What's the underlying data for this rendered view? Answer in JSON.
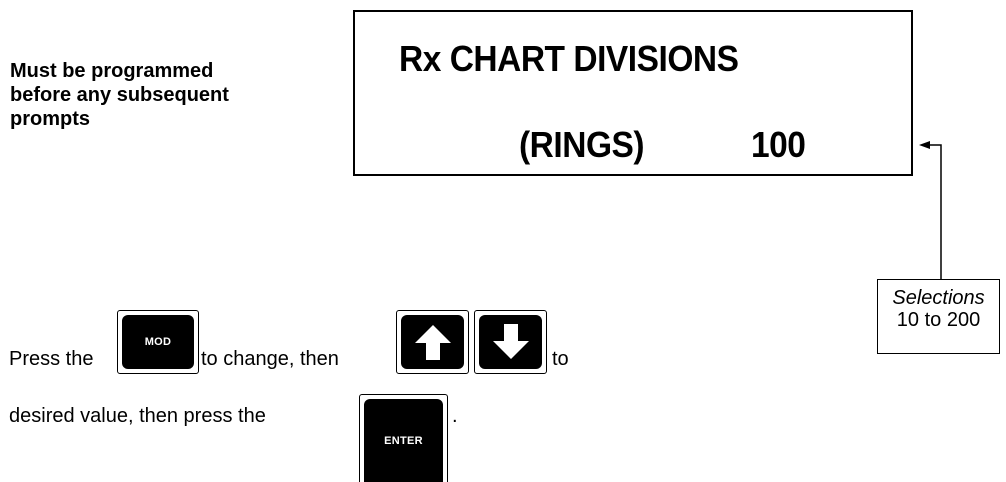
{
  "note": {
    "line1": "Must be programmed",
    "line2": "before any subsequent",
    "line3": "prompts"
  },
  "display": {
    "title": "Rx CHART DIVISIONS",
    "label": "(RINGS)",
    "value": "100"
  },
  "callout": {
    "line1": "Selections",
    "line2": "10 to 200"
  },
  "instructions": {
    "press_the": "Press the",
    "to_change": "to change, then",
    "to": "to",
    "desired_value": "desired value, then press the",
    "period": "."
  },
  "keys": {
    "mod_label": "MOD",
    "enter_label": "ENTER",
    "up_icon": "up-arrow-icon",
    "down_icon": "down-arrow-icon"
  }
}
